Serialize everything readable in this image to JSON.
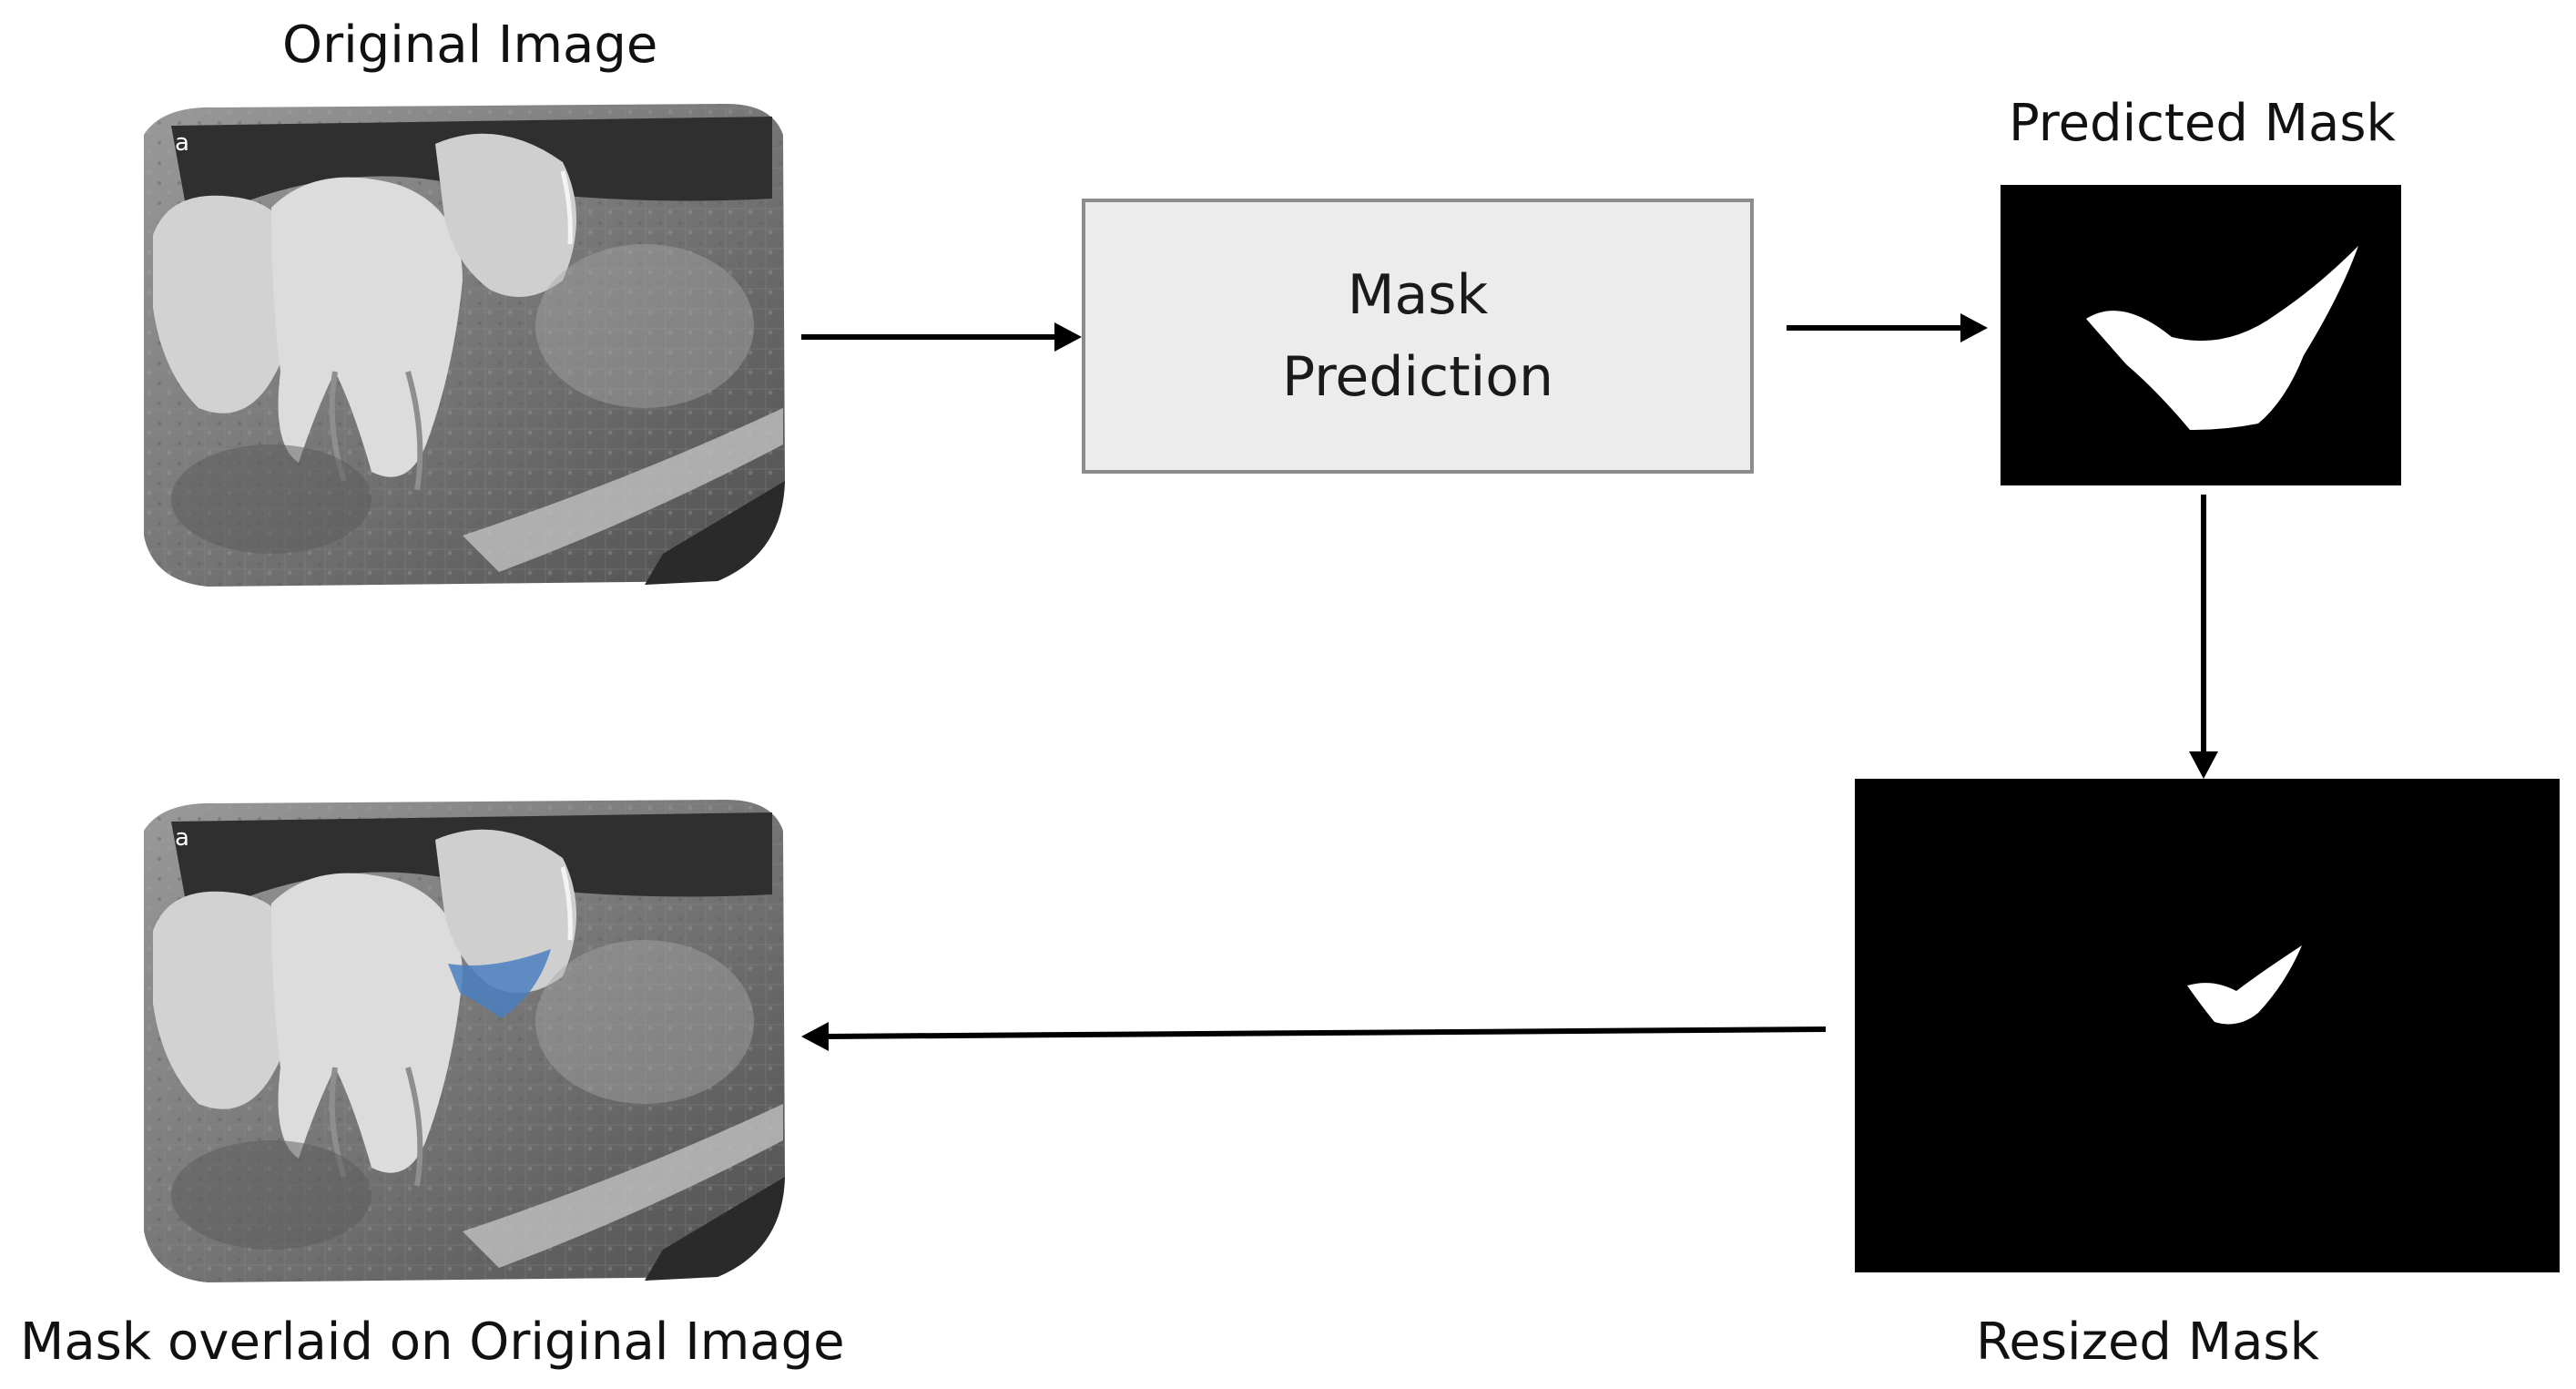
{
  "labels": {
    "original_image": "Original Image",
    "predicted_mask": "Predicted Mask",
    "resized_mask": "Resized Mask",
    "overlay": "Mask overlaid on Original Image"
  },
  "process": {
    "line1": "Mask",
    "line2": "Prediction"
  },
  "xray_corner_mark": "a",
  "colors": {
    "overlay_mask": "#4a7fc0",
    "mask_background": "#000000",
    "mask_shape": "#ffffff",
    "arrow": "#000000"
  }
}
